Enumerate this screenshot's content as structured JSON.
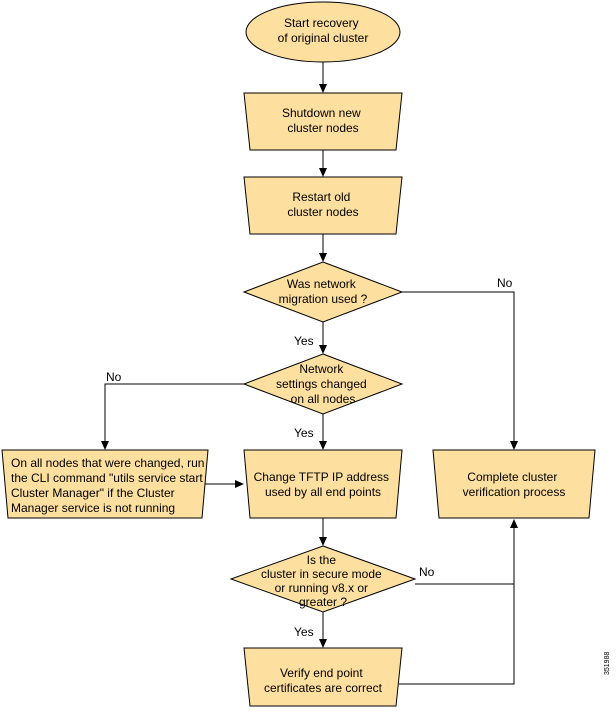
{
  "colors": {
    "node_fill": "#FDDFA0",
    "stroke": "#000000",
    "text": "#000000",
    "background": "#FFFFFF"
  },
  "nodes": {
    "start": {
      "shape": "ellipse",
      "lines": [
        "Start recovery",
        "of original cluster"
      ]
    },
    "shutdown": {
      "shape": "trapezoid",
      "lines": [
        "Shutdown new",
        "cluster nodes"
      ]
    },
    "restart": {
      "shape": "trapezoid",
      "lines": [
        "Restart old",
        "cluster nodes"
      ]
    },
    "q_migration": {
      "shape": "diamond",
      "lines": [
        "Was network",
        "migration used ?"
      ]
    },
    "q_settings": {
      "shape": "diamond",
      "lines": [
        "Network",
        "settings changed",
        "on all nodes"
      ]
    },
    "run_cli": {
      "shape": "trapezoid",
      "lines": [
        "On all nodes that were changed, run",
        "the CLI command \"utils service start",
        "Cluster Manager\" if the Cluster",
        "Manager service is not running"
      ]
    },
    "change_tftp": {
      "shape": "trapezoid",
      "lines": [
        "Change TFTP IP address",
        "used by all end points"
      ]
    },
    "complete": {
      "shape": "trapezoid",
      "lines": [
        "Complete cluster",
        "verification process"
      ]
    },
    "q_secure": {
      "shape": "diamond",
      "lines": [
        "Is the",
        "cluster in secure mode",
        "or running v8.x or",
        "greater ?"
      ]
    },
    "verify": {
      "shape": "trapezoid",
      "lines": [
        "Verify end point",
        "certificates are correct"
      ]
    }
  },
  "edge_labels": {
    "migration_no": "No",
    "migration_yes": "Yes",
    "settings_no": "No",
    "settings_yes": "Yes",
    "secure_no": "No",
    "secure_yes": "Yes"
  },
  "watermark": "351988"
}
